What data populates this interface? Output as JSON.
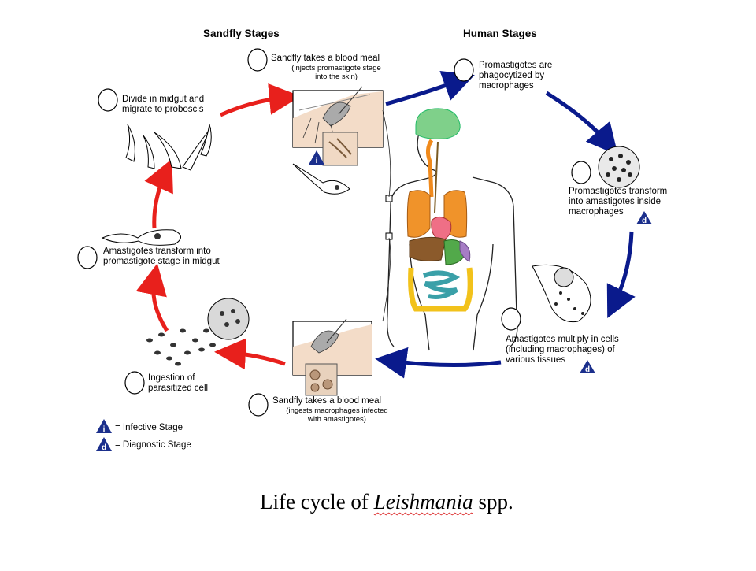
{
  "headers": {
    "sandfly": "Sandfly Stages",
    "human": "Human Stages"
  },
  "stages": {
    "s1_title": "Sandfly takes a blood meal",
    "s1_sub": "(injects promastigote stage\ninto the skin)",
    "s2": "Promastigotes are\nphagocytized by\nmacrophages",
    "s3": "Promastigotes transform\ninto amastigotes inside\nmacrophages",
    "s4": "Amastigotes multiply in cells\n(including macrophages) of\nvarious tissues",
    "s5_title": "Sandfly takes a blood meal",
    "s5_sub": "(ingests macrophages infected\nwith amastigotes)",
    "s6": "Ingestion of\nparasitized cell",
    "s7": "Amastigotes transform into\npromastigote stage in midgut",
    "s8": "Divide in midgut and\nmigrate to proboscis"
  },
  "markers": {
    "infective": "i",
    "diagnostic": "d"
  },
  "legend": {
    "infective": "= Infective Stage",
    "diagnostic": "= Diagnostic Stage"
  },
  "caption": {
    "prefix": "Life cycle of ",
    "genus": "Leishmania",
    "suffix": " spp."
  },
  "colors": {
    "sandfly_arrow": "#e8201c",
    "human_arrow": "#0a1a8c",
    "marker": "#1b2f8c"
  }
}
